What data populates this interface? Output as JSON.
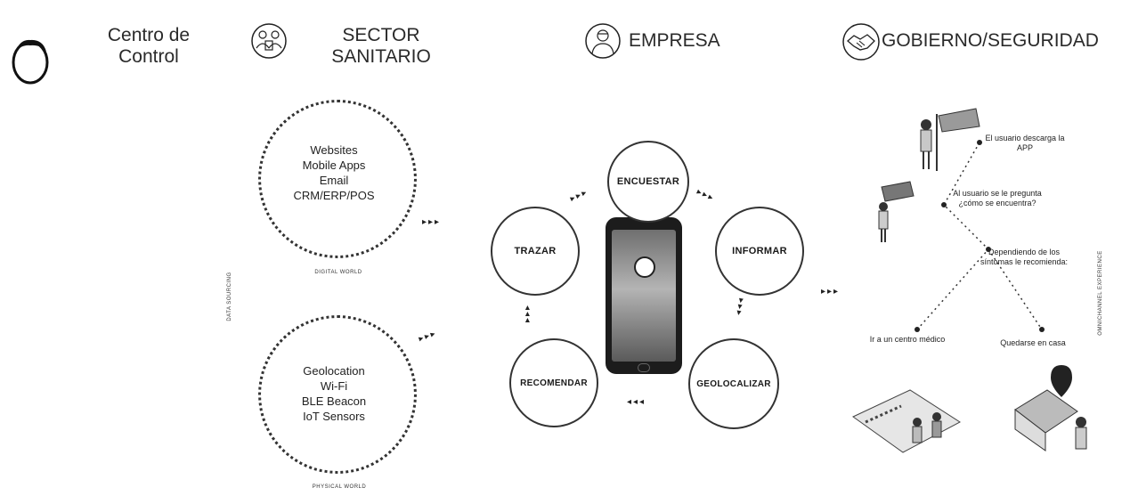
{
  "header": {
    "control_center": "Centro de Control",
    "sector": "SECTOR SANITARIO",
    "empresa": "EMPRESA",
    "gobierno": "GOBIERNO/SEGURIDAD"
  },
  "icons": {
    "control_center": "person-head-icon",
    "sector": "medical-group-icon",
    "empresa": "doctor-icon",
    "gobierno": "handshake-icon"
  },
  "left": {
    "digital_items": [
      "Websites",
      "Mobile Apps",
      "Email",
      "CRM/ERP/POS"
    ],
    "digital_label": "DIGITAL WORLD",
    "physical_items": [
      "Geolocation",
      "Wi-Fi",
      "BLE Beacon",
      "IoT Sensors"
    ],
    "physical_label": "PHYSICAL WORLD",
    "side_label": "DATA SOURCING"
  },
  "cycle": {
    "encuestar": "ENCUESTAR",
    "trazar": "TRAZAR",
    "informar": "INFORMAR",
    "recomendar": "RECOMENDAR",
    "geolocalizar": "GEOLOCALIZAR"
  },
  "flow": {
    "step1": "El usuario descarga la APP",
    "step2": "Al usuario se le pregunta ¿cómo se encuentra?",
    "step3": "Dependiendo de los síntomas le recomienda:",
    "option_a": "Ir a un centro médico",
    "option_b": "Quedarse en casa",
    "side_label": "OMNICHANNEL EXPERIENCE"
  }
}
